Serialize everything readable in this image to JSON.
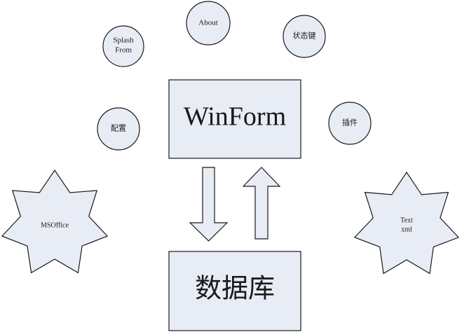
{
  "diagram": {
    "center_box": {
      "label": "WinForm"
    },
    "bottom_box": {
      "label": "数据库"
    },
    "circles": {
      "splash": {
        "line1": "Splash",
        "line2": "From"
      },
      "about": {
        "label": "About"
      },
      "statusbar": {
        "label": "状态键"
      },
      "config": {
        "label": "配置"
      },
      "plugin": {
        "label": "插件"
      }
    },
    "stars": {
      "msoffice": {
        "label": "MSOffice"
      },
      "textxml": {
        "line1": "Text",
        "line2": "xml"
      }
    },
    "arrows": {
      "down": {
        "direction": "down"
      },
      "up": {
        "direction": "up"
      }
    },
    "colors": {
      "fill": "#e8ecf4",
      "stroke": "#1a1a1a"
    }
  }
}
